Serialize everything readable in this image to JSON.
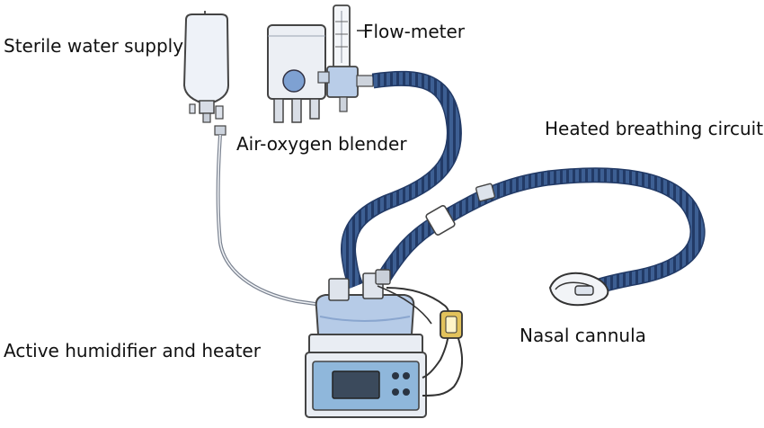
{
  "labels": {
    "sterile_water": "Sterile water supply",
    "blender": "Air-oxygen blender",
    "flow_meter": "Flow-meter",
    "circuit": "Heated breathing circuit",
    "cannula": "Nasal cannula",
    "humidifier": "Active humidifier and heater"
  },
  "colors": {
    "hose": "#3d5f93",
    "hose_rib": "#223a66",
    "water_bag": "#eef2f8",
    "device_body": "#e9edf3",
    "panel": "#8fb7db",
    "screen": "#3b4a5c",
    "chamber": "#b6cbe7",
    "connector": "#c9cfd8",
    "sensor": "#e2c25b"
  }
}
